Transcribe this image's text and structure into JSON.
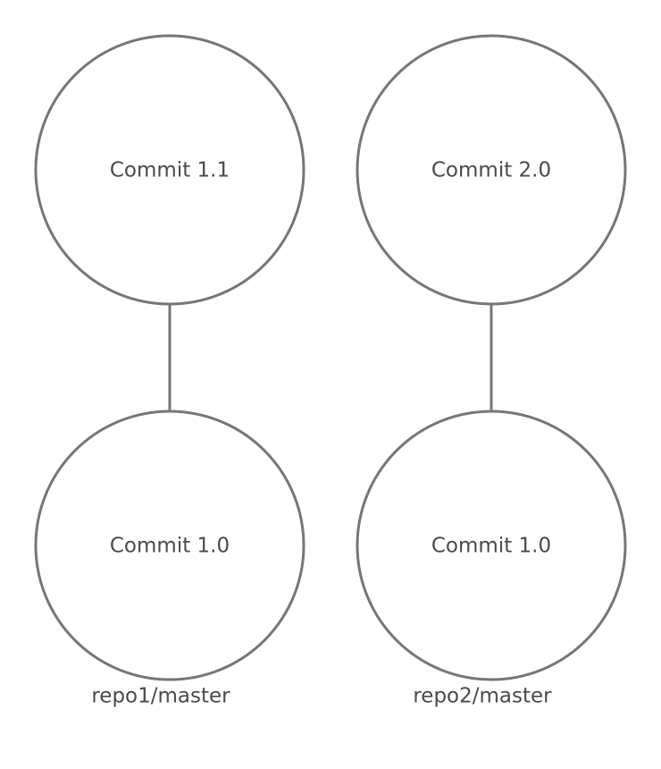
{
  "diagram": {
    "repos": [
      {
        "branch_label": "repo1/master",
        "commits": [
          {
            "label": "Commit 1.1"
          },
          {
            "label": "Commit 1.0"
          }
        ]
      },
      {
        "branch_label": "repo2/master",
        "commits": [
          {
            "label": "Commit 2.0"
          },
          {
            "label": "Commit 1.0"
          }
        ]
      }
    ],
    "colors": {
      "stroke": "#767676",
      "text": "#4a4a4a",
      "fill": "#ffffff",
      "background": "#ffffff"
    }
  }
}
